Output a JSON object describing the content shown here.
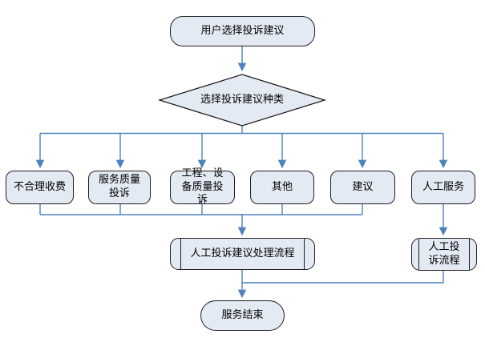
{
  "diagram": {
    "colors": {
      "node_fill": "#e3eaf4",
      "node_border": "#1f1f1f",
      "connector": "#4f81bd",
      "background": "#ffffff",
      "text": "#000000"
    },
    "nodes": {
      "start": {
        "label": "用户选择投诉建议",
        "shape": "rounded-rectangle"
      },
      "decision": {
        "label": "选择投诉建议种类",
        "shape": "diamond"
      },
      "options": [
        {
          "label": "不合理收费"
        },
        {
          "label": "服务质量投诉"
        },
        {
          "label": "工程、设备质量投诉"
        },
        {
          "label": "其他"
        },
        {
          "label": "建议"
        },
        {
          "label": "人工服务"
        }
      ],
      "manual_handle": {
        "label": "人工投诉建议处理流程",
        "shape": "predefined-process"
      },
      "manual_flow": {
        "label": "人工投诉流程",
        "shape": "predefined-process"
      },
      "end": {
        "label": "服务结束",
        "shape": "terminator"
      }
    }
  }
}
